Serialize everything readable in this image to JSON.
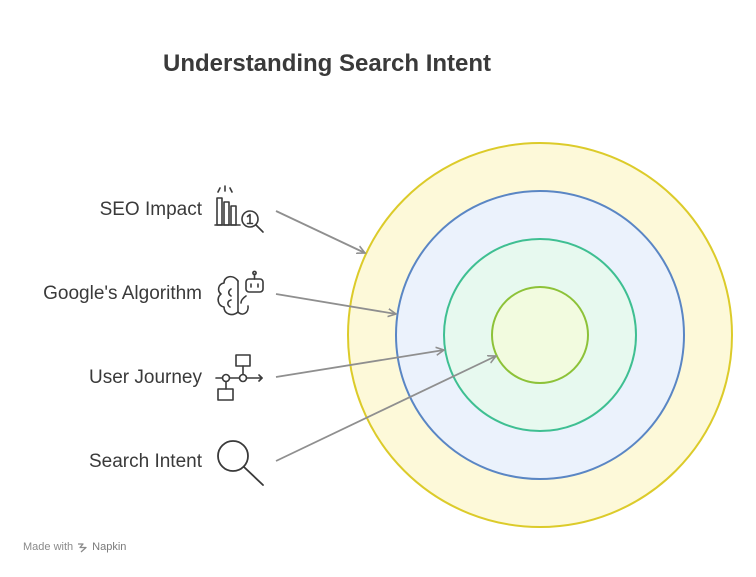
{
  "title": "Understanding Search Intent",
  "layers": [
    {
      "label": "SEO Impact",
      "icon": "seo-impact-icon",
      "fill": "#fdf9d9",
      "stroke": "#dccb2a"
    },
    {
      "label": "Google's Algorithm",
      "icon": "brain-robot-icon",
      "fill": "#ebf2fc",
      "stroke": "#5a86c4"
    },
    {
      "label": "User Journey",
      "icon": "flowchart-icon",
      "fill": "#e7f9ef",
      "stroke": "#3fbf92"
    },
    {
      "label": "Search Intent",
      "icon": "magnifier-icon",
      "fill": "#f2fbdf",
      "stroke": "#8dc238"
    }
  ],
  "arrow_color": "#8f8f8f",
  "footer": {
    "prefix": "Made with",
    "brand": "Napkin"
  }
}
